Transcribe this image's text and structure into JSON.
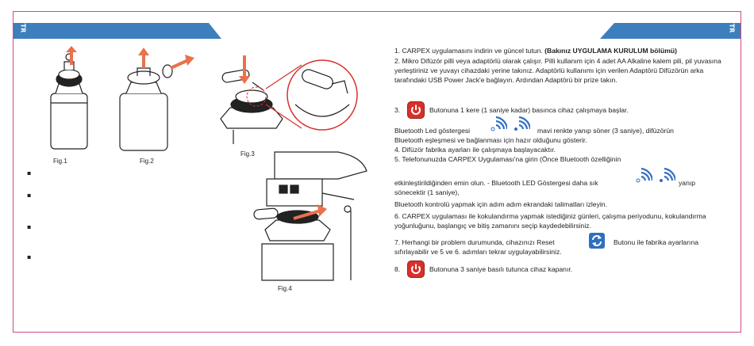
{
  "header": {
    "lang_left": "TR",
    "lang_right": "TR"
  },
  "figures": {
    "fig1": "Fig.1",
    "fig2": "Fig.2",
    "fig3": "Fig.3",
    "fig4": "Fig.4"
  },
  "bullets": [
    "▪",
    "▪",
    "▪",
    "▪"
  ],
  "instructions": {
    "s1_text": "1. CARPEX uygulamasını indirin ve güncel tutun. ",
    "s1_bold": "(Bakınız UYGULAMA KURULUM bölümü)",
    "s2": "2. Mikro Difüzör pilli veya adaptörlü olarak çalışır. Pilli kullanım için 4 adet AA Alkaline kalem pili, pil yuvasına yerleştiriniz ve yuvayı cihazdaki yerine takınız. Adaptörlü kullanımı için verilen Adaptörü Difüzörün arka tarafındaki USB Power Jack'e bağlayın. Ardından Adaptörü bir prize takın.",
    "s3_num": "3.",
    "s3_text": "Butonuna  1  kere (1 saniye kadar) basınca cihaz çalışmaya başlar.",
    "bt_led_a": "Bluetooth Led göstergesi",
    "bt_led_b": "mavi renkte yanıp söner (3 saniye), difüzörün",
    "bt_led_c": "Bluetooth eşleşmesi ve bağlanması için hazır olduğunu gösterir.",
    "s4": "4. Difüzör fabrika ayarları ile çalışmaya başlayacaktır.",
    "s5": "5. Telefonunuzda CARPEX Uygulaması'na girin (Önce Bluetooth özelliğinin",
    "s5_cont_a": "etkinleştirildiğinden emin olun. - Bluetooth LED Göstergesi  daha sık",
    "s5_cont_b": "yanıp",
    "s5_cont_c": "sönecektir (1 saniye),",
    "bt_control": "Bluetooth kontrolü yapmak için adım adım ekrandaki talimatları izleyin.",
    "s6": "6. CARPEX uygulaması ile kokulandırma yapmak istediğiniz günleri, çalışma periyodunu, kokulandırma yoğunluğunu, başlangıç ve bitiş zamanını seçip kaydedebilirsiniz.",
    "s7_a": "7. Herhangi bir problem durumunda, cihazınızı  Reset",
    "s7_b": "Butonu ile fabrika ayarlarına",
    "s7_c": "sıfırlayabilir ve 5 ve 6. adımları tekrar uygulayabilirsiniz.",
    "s8_num": "8.",
    "s8_text": "Butonuna 3 saniye basılı tutunca cihaz kapanır."
  },
  "colors": {
    "accent_blue": "#3d7fbd",
    "frame_pink": "#d14a87",
    "power_red": "#d9302a",
    "arrow_orange": "#e9724c"
  }
}
